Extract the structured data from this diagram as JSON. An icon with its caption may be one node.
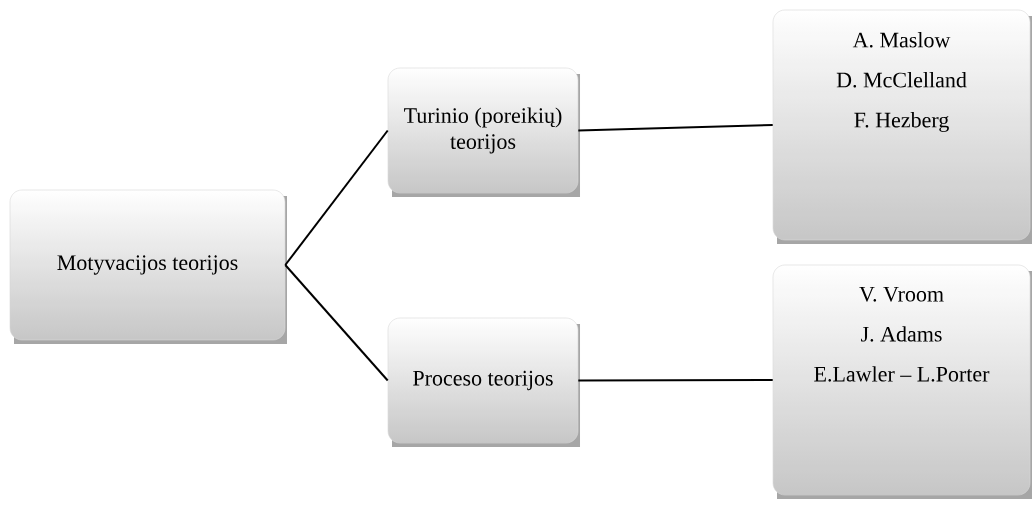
{
  "diagram": {
    "nodes": [
      {
        "text": [
          "Motyvacijos teorijos"
        ]
      },
      {
        "text": [
          "Turinio (poreikių) teorijos"
        ]
      },
      {
        "text": [
          "Proceso teorijos"
        ]
      },
      {
        "text": [
          "A. Maslow",
          "D. McClelland",
          "F. Hezberg"
        ]
      },
      {
        "text": [
          "V. Vroom",
          "J. Adams",
          "E.Lawler – L.Porter"
        ]
      }
    ],
    "edges": [
      {
        "from": 0,
        "to": 1,
        "arrow": "none"
      },
      {
        "from": 0,
        "to": 2,
        "arrow": "none"
      },
      {
        "from": 1,
        "to": 3,
        "arrow": "none"
      },
      {
        "from": 2,
        "to": 4,
        "arrow": "none"
      }
    ]
  }
}
